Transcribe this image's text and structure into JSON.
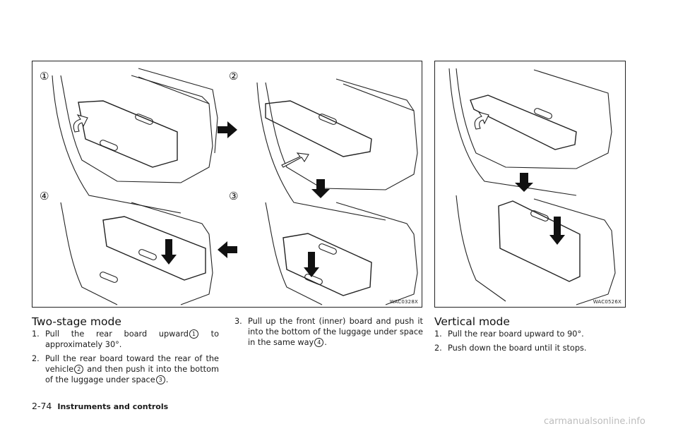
{
  "figure_left": {
    "code": "WAC0328X",
    "callouts": [
      "①",
      "②",
      "③",
      "④"
    ]
  },
  "figure_right": {
    "code": "WAC0526X"
  },
  "two_stage": {
    "heading": "Two-stage mode",
    "steps": [
      {
        "num": "1.",
        "text_a": "Pull the rear board upward",
        "ref_a": "1",
        "text_b": " to approximately 30°."
      },
      {
        "num": "2.",
        "text_a": "Pull the rear board toward the rear of the vehicle",
        "ref_a": "2",
        "text_b": " and then push it into the bottom of the luggage under space",
        "ref_b": "3",
        "text_c": "."
      },
      {
        "num": "3.",
        "text_a": "Pull up the front (inner) board and push it into the bottom of the luggage under space in the same way",
        "ref_a": "4",
        "text_b": "."
      }
    ]
  },
  "vertical": {
    "heading": "Vertical mode",
    "steps": [
      {
        "num": "1.",
        "text": "Pull the rear board upward to 90°."
      },
      {
        "num": "2.",
        "text": "Push down the board until it stops."
      }
    ]
  },
  "footer": {
    "page_number": "2-74",
    "section": "Instruments and controls"
  },
  "watermark": "carmanualsonline.info"
}
